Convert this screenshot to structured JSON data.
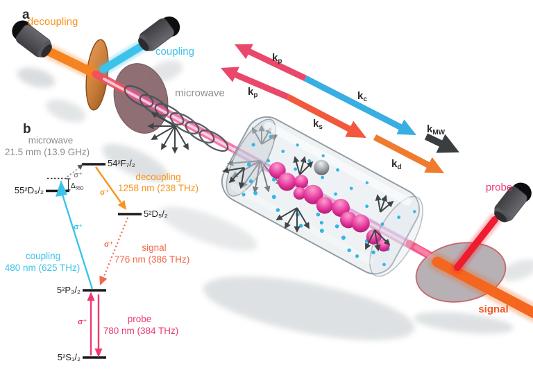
{
  "panel_a": {
    "label": "a",
    "labels": {
      "decoupling": "decoupling",
      "coupling": "coupling",
      "microwave": "microwave",
      "probe": "probe",
      "signal": "signal"
    },
    "k_vectors": {
      "kp_top": {
        "base": "k",
        "sub": "p"
      },
      "kp_mid": {
        "base": "k",
        "sub": "p"
      },
      "kc": {
        "base": "k",
        "sub": "c"
      },
      "ks": {
        "base": "k",
        "sub": "s"
      },
      "kmw": {
        "base": "k",
        "sub": "MW"
      },
      "kd": {
        "base": "k",
        "sub": "d"
      }
    }
  },
  "panel_b": {
    "label": "b",
    "microwave_title": "microwave",
    "microwave_value": "21.5 mm (13.9 GHz)",
    "levels": {
      "f54": "54²F₇/₂",
      "d55": "55²D₅/₂",
      "d5": "5²D₅/₂",
      "p5": "5²P₃/₂",
      "s5": "5²S₁/₂"
    },
    "detuning": {
      "symbol": "Δ",
      "sub": "55D"
    },
    "sigma": "σ⁺",
    "transitions": {
      "decoupling": {
        "name": "decoupling",
        "value": "1258 nm (238 THz)"
      },
      "coupling": {
        "name": "coupling",
        "value": "480 nm (625 THz)"
      },
      "signal": {
        "name": "signal",
        "value": "776 nm (386 THz)"
      },
      "probe": {
        "name": "probe",
        "value": "780 nm (384 THz)"
      }
    }
  },
  "colors": {
    "decoupling_orange": "#f7941e",
    "signal_orange": "#f26a4b",
    "signal_beam_orange": "#f4671f",
    "coupling_cyan": "#3cc3ea",
    "probe_pink": "#ee3a6e",
    "probe_red": "#ee1c2e",
    "kp_pink": "#e9486b",
    "kc_blue": "#38aee2",
    "ks_orange": "#f2593c",
    "kd_orange": "#f07a2e",
    "kmw_black": "#3a3e41",
    "microwave_gray": "#8d8d8d"
  }
}
